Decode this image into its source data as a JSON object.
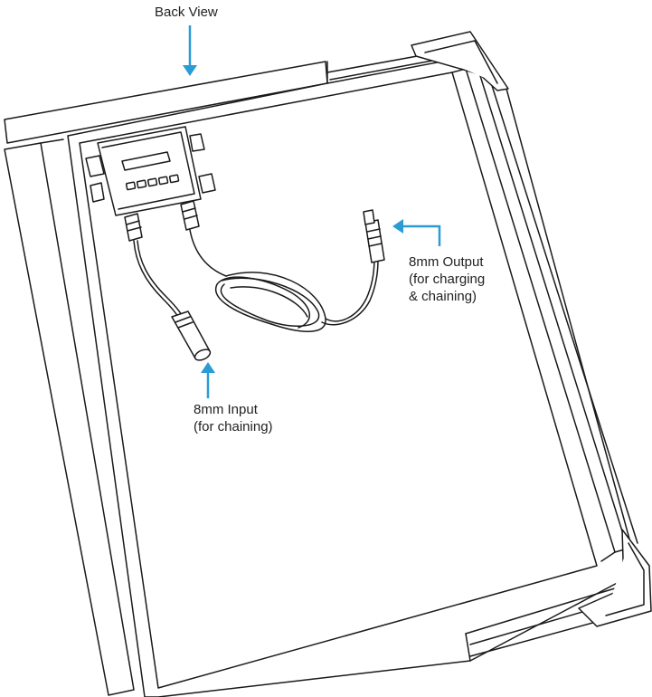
{
  "labels": {
    "back_view": "Back View",
    "output": [
      "8mm Output",
      "(for charging",
      "& chaining)"
    ],
    "input": [
      "8mm Input",
      "(for chaining)"
    ]
  },
  "colors": {
    "arrow": "#2b9bd6",
    "line": "#1a1a1a",
    "background": "#ffffff"
  },
  "icons": {
    "arrow": "arrow-icon",
    "junction_box": "junction-box-icon",
    "connector": "dc-connector-icon"
  }
}
